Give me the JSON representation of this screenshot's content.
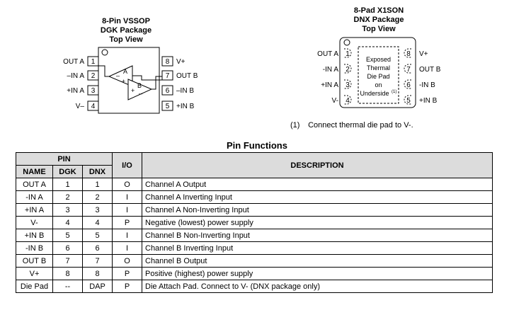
{
  "dgk": {
    "title_line1": "8-Pin VSSOP",
    "title_line2": "DGK Package",
    "title_line3": "Top View",
    "pins_left": [
      {
        "name": "OUT A",
        "num": "1"
      },
      {
        "name": "–IN A",
        "num": "2"
      },
      {
        "name": "+IN A",
        "num": "3"
      },
      {
        "name": "V–",
        "num": "4"
      }
    ],
    "pins_right": [
      {
        "name": "V+",
        "num": "8"
      },
      {
        "name": "OUT B",
        "num": "7"
      },
      {
        "name": "–IN B",
        "num": "6"
      },
      {
        "name": "+IN B",
        "num": "5"
      }
    ],
    "amp_a": "A",
    "amp_b": "B"
  },
  "dnx": {
    "title_line1": "8-Pad X1SON",
    "title_line2": "DNX Package",
    "title_line3": "Top View",
    "pins_left": [
      {
        "name": "OUT A",
        "num": "1"
      },
      {
        "name": "-IN A",
        "num": "2"
      },
      {
        "name": "+IN A",
        "num": "3"
      },
      {
        "name": "V-",
        "num": "4"
      }
    ],
    "pins_right": [
      {
        "name": "V+",
        "num": "8"
      },
      {
        "name": "OUT B",
        "num": "7"
      },
      {
        "name": "-IN B",
        "num": "6"
      },
      {
        "name": "+IN B",
        "num": "5"
      }
    ],
    "pad_line1": "Exposed",
    "pad_line2": "Thermal",
    "pad_line3": "Die Pad",
    "pad_line4": "on",
    "pad_line5": "Underside",
    "pad_note_ref": "(1)"
  },
  "footnote": {
    "num": "(1)",
    "text": "Connect thermal die pad to V-."
  },
  "table": {
    "title": "Pin Functions",
    "header": {
      "pin": "PIN",
      "name": "NAME",
      "dgk": "DGK",
      "dnx": "DNX",
      "io": "I/O",
      "description": "DESCRIPTION"
    },
    "rows": [
      {
        "name": "OUT A",
        "dgk": "1",
        "dnx": "1",
        "io": "O",
        "description": "Channel A Output"
      },
      {
        "name": "-IN A",
        "dgk": "2",
        "dnx": "2",
        "io": "I",
        "description": "Channel A Inverting Input"
      },
      {
        "name": "+IN A",
        "dgk": "3",
        "dnx": "3",
        "io": "I",
        "description": "Channel A Non-Inverting Input"
      },
      {
        "name": "V-",
        "dgk": "4",
        "dnx": "4",
        "io": "P",
        "description": "Negative (lowest) power supply"
      },
      {
        "name": "+IN B",
        "dgk": "5",
        "dnx": "5",
        "io": "I",
        "description": "Channel B Non-Inverting Input"
      },
      {
        "name": "-IN B",
        "dgk": "6",
        "dnx": "6",
        "io": "I",
        "description": "Channel B Inverting Input"
      },
      {
        "name": "OUT B",
        "dgk": "7",
        "dnx": "7",
        "io": "O",
        "description": "Channel B Output"
      },
      {
        "name": "V+",
        "dgk": "8",
        "dnx": "8",
        "io": "P",
        "description": "Positive (highest) power supply"
      },
      {
        "name": "Die Pad",
        "dgk": "--",
        "dnx": "DAP",
        "io": "P",
        "description": "Die Attach Pad. Connect to V- (DNX package only)"
      }
    ]
  }
}
